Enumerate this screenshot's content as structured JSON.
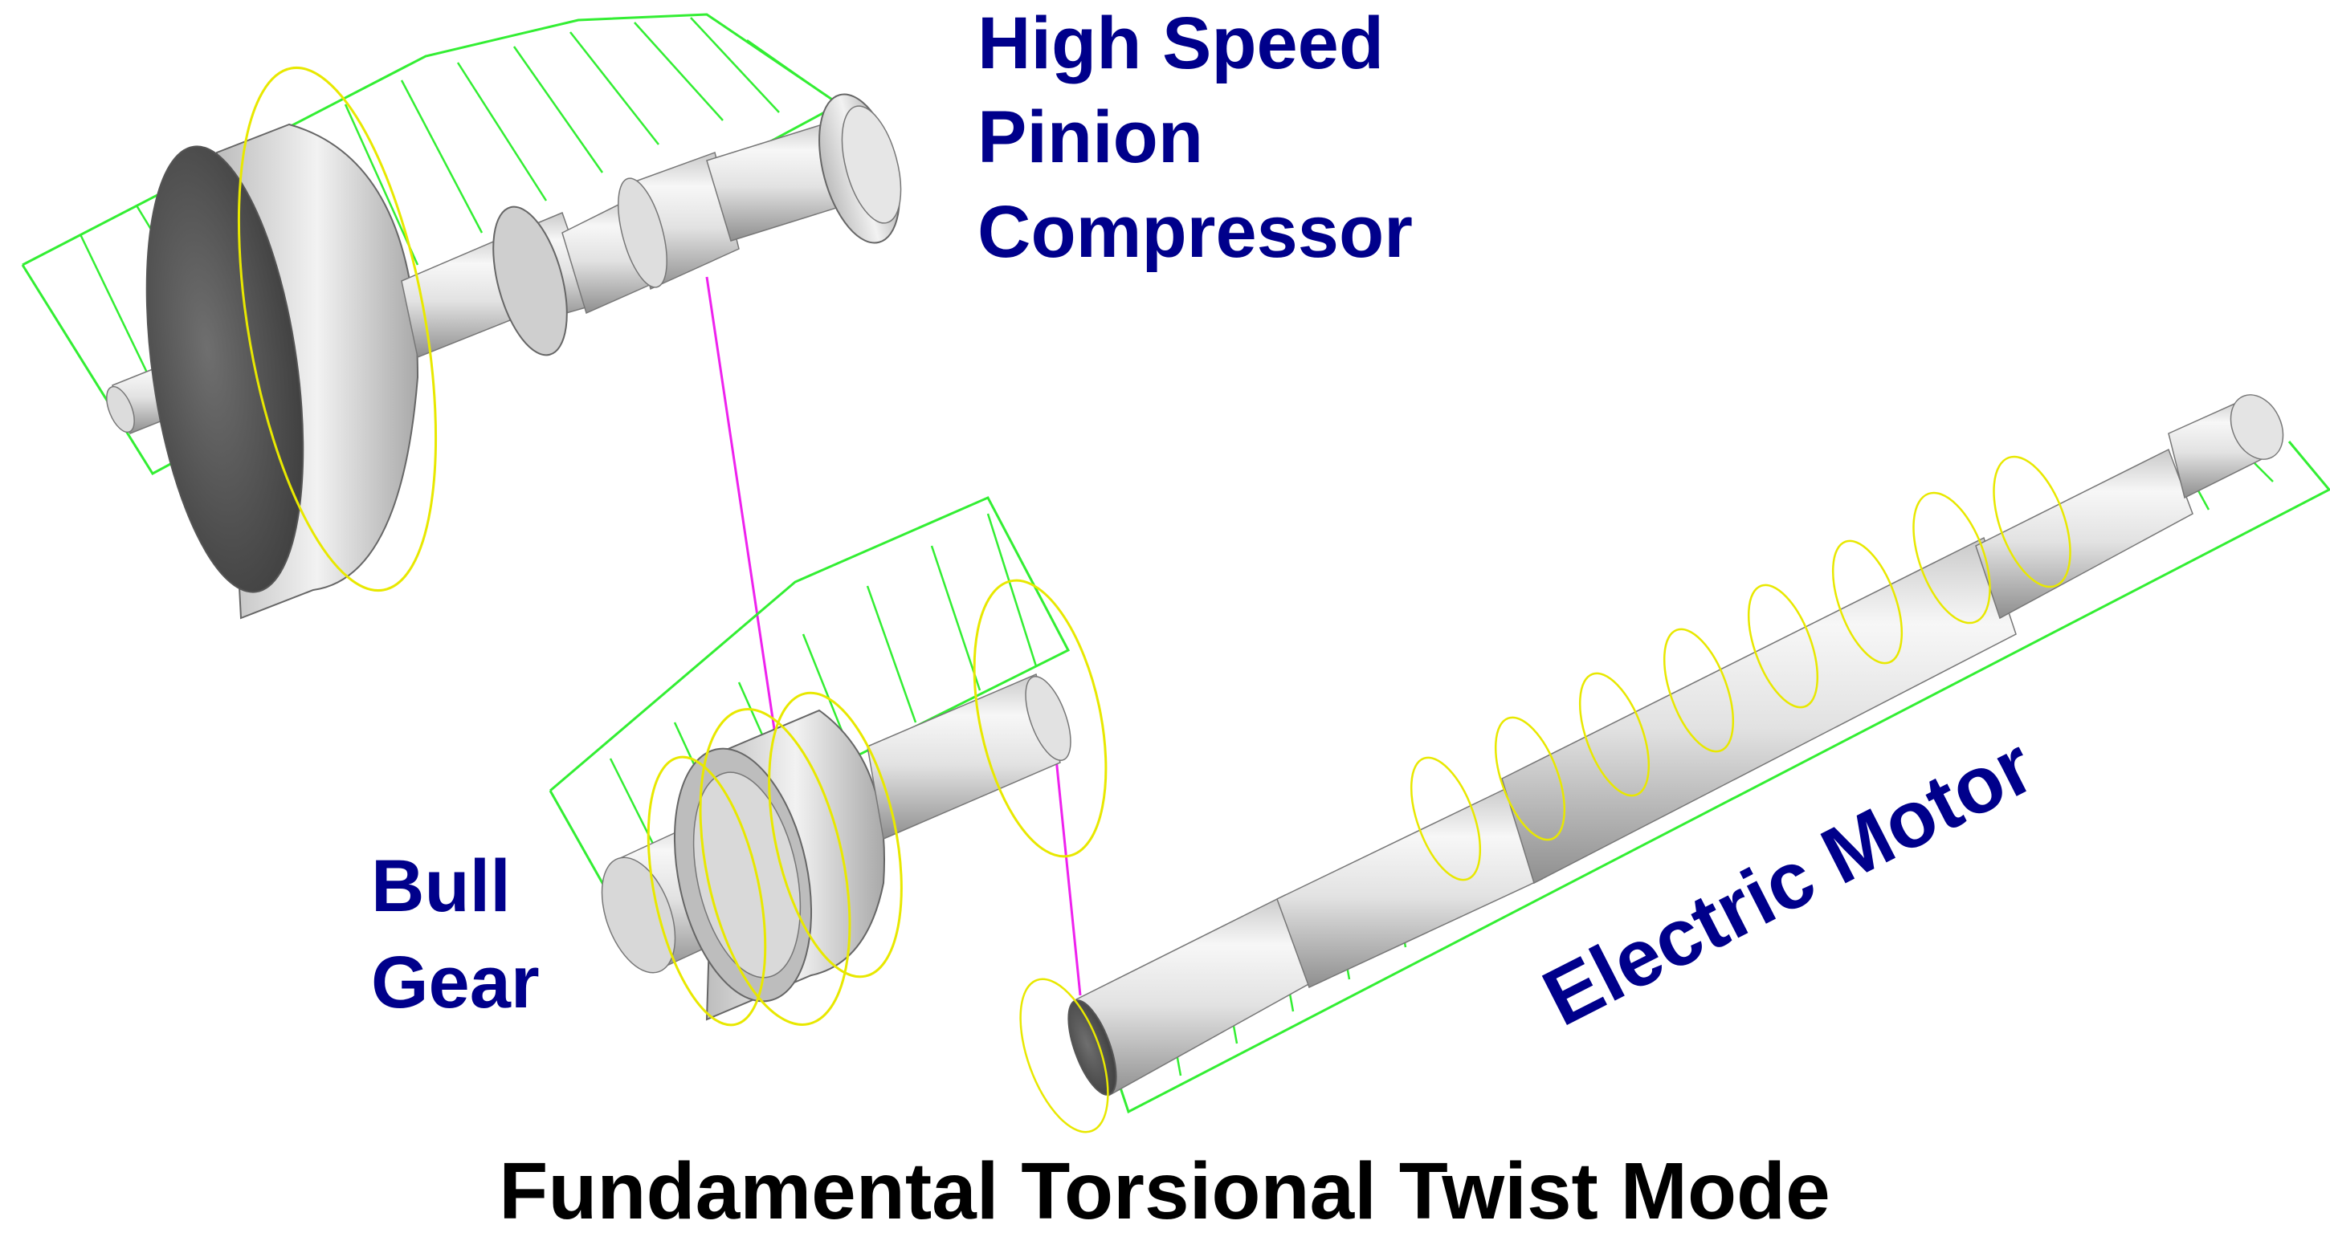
{
  "labels": {
    "compressor_line1": "High Speed",
    "compressor_line2": "Pinion",
    "compressor_line3": "Compressor",
    "bull_line1": "Bull",
    "bull_line2": "Gear",
    "motor": "Electric Motor",
    "title": "Fundamental Torsional Twist Mode"
  },
  "colors": {
    "label": "#00008B",
    "title": "#000000",
    "mode_shape": "#33EE33",
    "twist_ring": "#E8E800",
    "gear_mesh": "#EE22EE",
    "shaft_light": "#F4F4F4",
    "shaft_dark": "#9A9A9A"
  }
}
